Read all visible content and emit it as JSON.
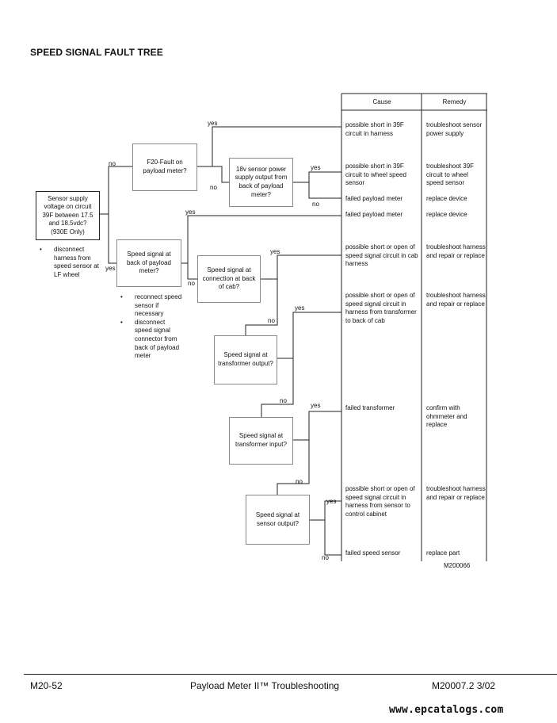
{
  "title": "SPEED SIGNAL FAULT TREE",
  "table": {
    "cause_header": "Cause",
    "remedy_header": "Remedy"
  },
  "nodes": {
    "sensor_supply": "Sensor supply voltage on circuit 39F between 17.5 and 18.5vdc? (930E Only)",
    "f20": "F20-Fault on payload meter?",
    "sensor18v": "18v sensor power supply output from back of payload meter?",
    "speed_back": "Speed signal at back of payload meter?",
    "speed_cab": "Speed signal at connection at back of cab?",
    "speed_xfmr_out": "Speed signal at transformer output?",
    "speed_xfmr_in": "Speed signal at transformer input?",
    "speed_sensor_out": "Speed signal at sensor output?"
  },
  "notes": {
    "disconnect": [
      "disconnect harness from speed sensor at LF wheel"
    ],
    "reconnect": [
      "reconnect speed sensor if necessary",
      "disconnect speed signal connector from back of payload meter"
    ]
  },
  "labels": {
    "yes": "yes",
    "no": "no"
  },
  "rows": [
    {
      "cause": "possible short in 39F circuit in harness",
      "remedy": "troubleshoot sensor power supply"
    },
    {
      "cause": "possible short in 39F circuit to wheel speed sensor",
      "remedy": "troubleshoot 39F circuit to wheel speed sensor"
    },
    {
      "cause": "failed payload meter",
      "remedy": "replace device"
    },
    {
      "cause": "failed payload meter",
      "remedy": "replace device"
    },
    {
      "cause": "possible short or open of speed signal circuit in cab harness",
      "remedy": "troubleshoot harness and repair or replace"
    },
    {
      "cause": "possible short or open of speed signal circuit in harness from transformer to back of cab",
      "remedy": "troubleshoot harness and repair or replace"
    },
    {
      "cause": "failed transformer",
      "remedy": "confirm with ohmmeter and replace"
    },
    {
      "cause": "possible short or open of speed signal circuit in harness from sensor to control cabinet",
      "remedy": "troubleshoot harness and repair or replace"
    },
    {
      "cause": "failed speed sensor",
      "remedy": "replace part"
    }
  ],
  "figure_id": "M200066",
  "footer": {
    "left": "M20-52",
    "center": "Payload Meter II™ Troubleshooting",
    "right": "M20007.2 3/02"
  },
  "watermark": "www.epcatalogs.com"
}
